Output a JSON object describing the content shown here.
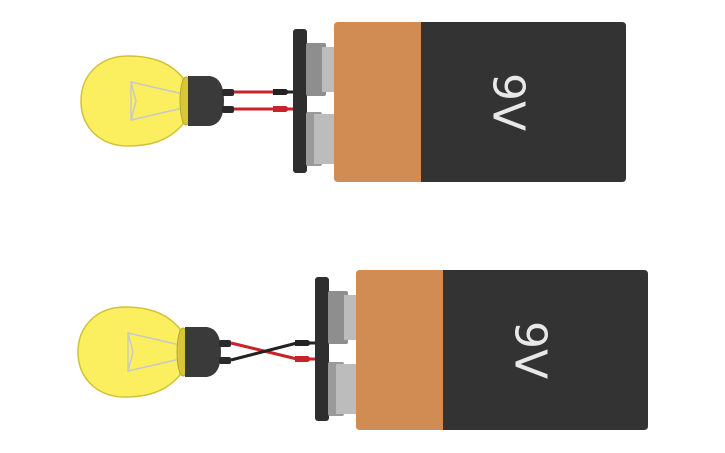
{
  "circuits": [
    {
      "battery_label": "9V",
      "wiring": "parallel"
    },
    {
      "battery_label": "9V",
      "wiring": "crossed"
    }
  ],
  "colors": {
    "bulb_glass": "#fbef5f",
    "bulb_outline": "#d2c23a",
    "bulb_filament": "#c9c9c9",
    "bulb_socket": "#3a3a3a",
    "wire_red": "#c7232b",
    "wire_black": "#222222",
    "battery_copper": "#d08c53",
    "battery_body": "#333333",
    "battery_terminal_dark": "#8e8e8e",
    "battery_terminal_light": "#bcbcbc",
    "battery_label": "#e8e8e8",
    "snap_clip": "#2e2e2e"
  }
}
